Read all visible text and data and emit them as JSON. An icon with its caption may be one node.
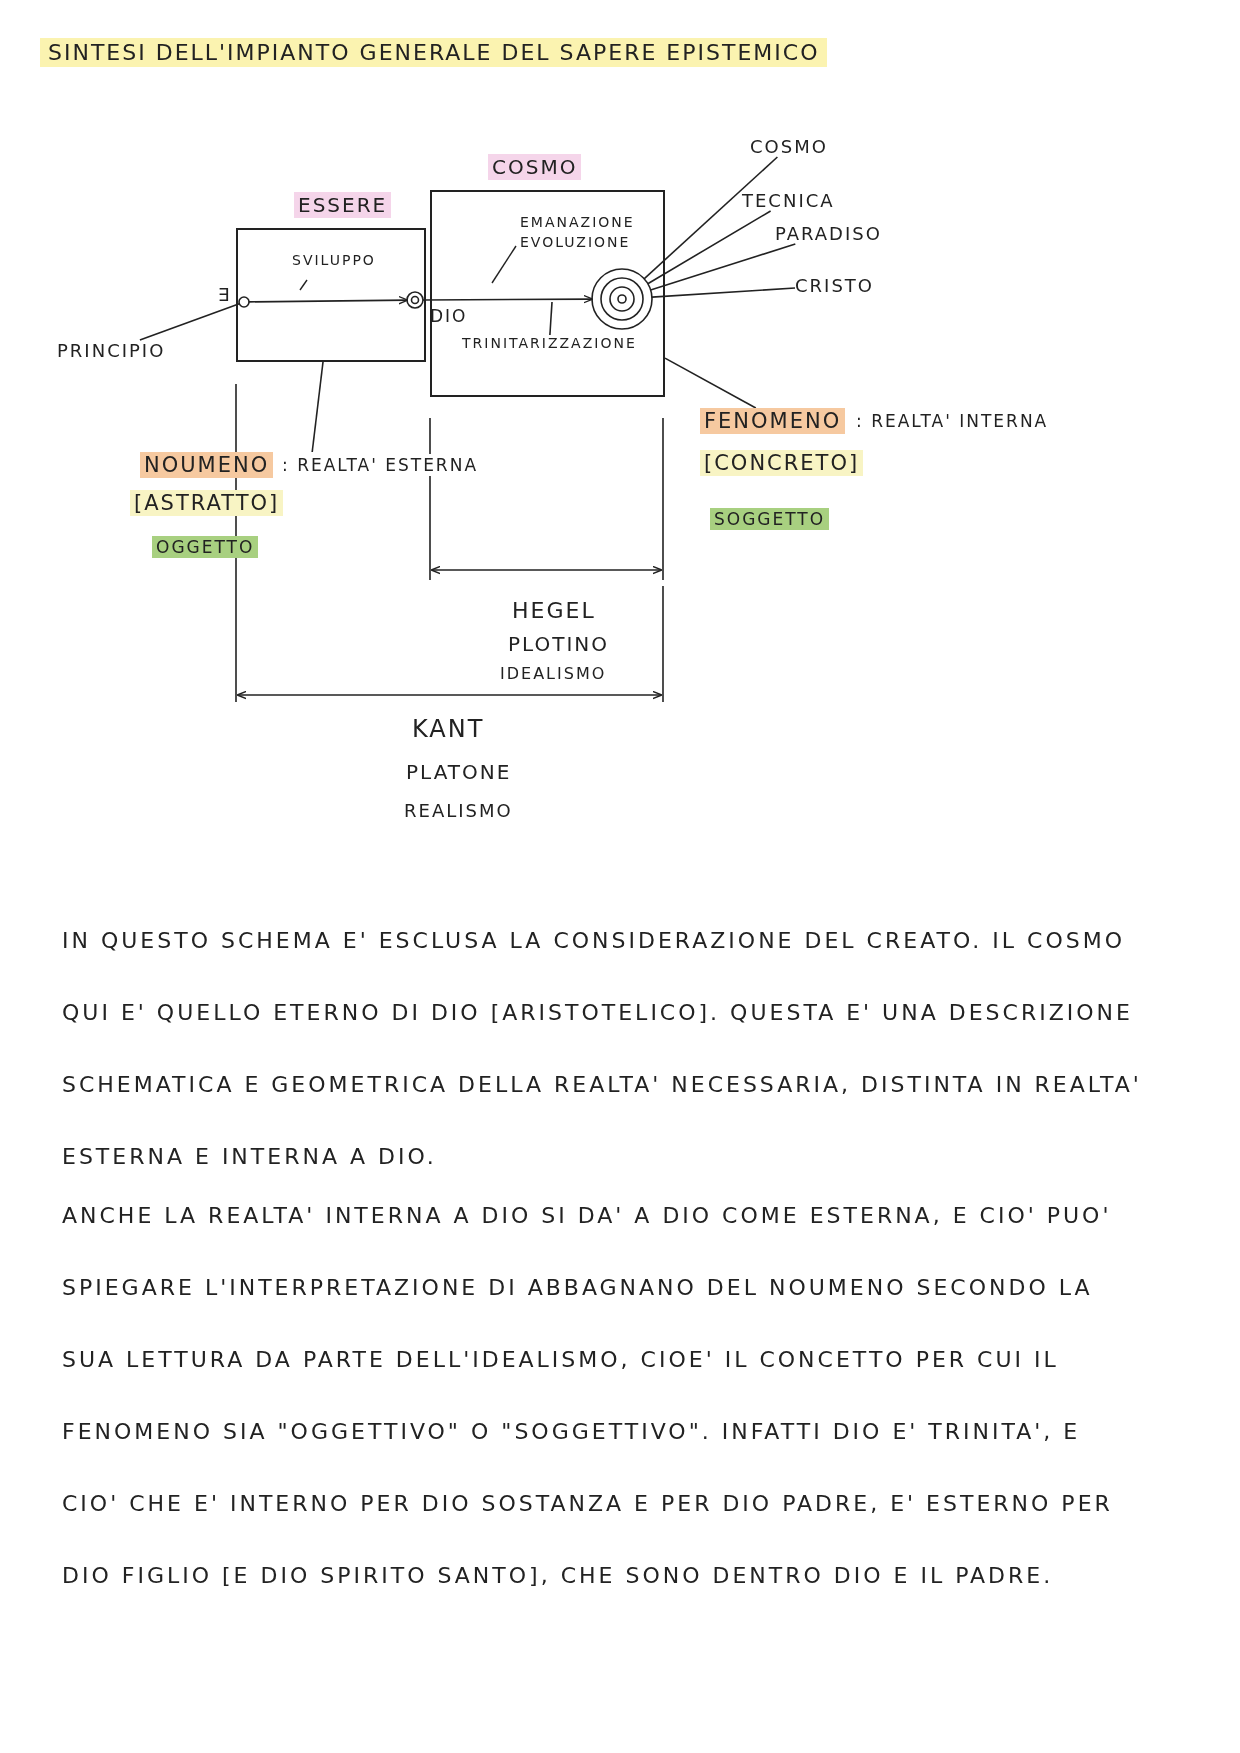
{
  "diagram": {
    "title": "SINTESI DELL'IMPIANTO GENERALE DEL SAPERE EPISTEMICO",
    "nodes": [
      {
        "text": [
          "ESSERE"
        ]
      },
      {
        "text": [
          "COSMO"
        ]
      },
      {
        "text": [],
        "shape": "circle",
        "beside": [
          "∃"
        ],
        "in": 0
      },
      {
        "text": [],
        "shape": "circle",
        "in": 0
      },
      {
        "text": [],
        "shape": "circle",
        "in": 1
      },
      {
        "text": [
          "PRINCIPIO"
        ]
      },
      {
        "text": [
          "COSMO"
        ]
      },
      {
        "text": [
          "TECNICA"
        ]
      },
      {
        "text": [
          "PARADISO"
        ]
      },
      {
        "text": [
          "CRISTO"
        ]
      },
      {
        "text": [
          "NOUMENO",
          ": REALTA' ESTERNA",
          "[ASTRATTO]",
          "OGGETTO"
        ]
      },
      {
        "text": [
          "FENOMENO",
          ": REALTA' INTERNA",
          "[CONCRETO]",
          "SOGGETTO"
        ]
      },
      {
        "text": [
          "TRINITARIZZAZIONE"
        ],
        "in": 1
      }
    ],
    "edges": [
      {
        "from": 2,
        "to": 3,
        "arrow": "to",
        "label": "SVILUPPO"
      },
      {
        "from": 3,
        "to": 4,
        "arrow": "to",
        "label": "EMANAZIONE EVOLUZIONE"
      },
      {
        "from": 5,
        "to": 2,
        "arrow": "none"
      },
      {
        "from": 6,
        "to": 4,
        "arrow": "none"
      },
      {
        "from": 7,
        "to": 4,
        "arrow": "none"
      },
      {
        "from": 8,
        "to": 4,
        "arrow": "none"
      },
      {
        "from": 9,
        "to": 4,
        "arrow": "none"
      },
      {
        "from": 10,
        "to": 0,
        "arrow": "none"
      },
      {
        "from": 11,
        "to": 1,
        "arrow": "none"
      },
      {
        "from": 12,
        "to": null,
        "arrow": "none"
      }
    ],
    "labels": [
      "DIO",
      "HEGEL",
      "PLOTINO",
      "IDEALISMO",
      "KANT",
      "PLATONE",
      "REALISMO",
      "IN QUESTO SCHEMA E' ESCLUSA LA CONSIDERAZIONE DEL CREATO. IL COSMO QUI E' QUELLO ETERNO DI DIO [ARISTOTELICO]. QUESTA E' UNA DESCRIZIONE SCHEMATICA E GEOMETRICA DELLA REALTA' NECESSARIA, DISTINTA IN REALTA' ESTERNA E INTERNA A DIO.",
      "ANCHE LA REALTA' INTERNA A DIO SI DA' A DIO COME ESTERNA, E CIO' PUO' SPIEGARE L'INTERPRETAZIONE DI ABBAGNANO DEL NOUMENO SECONDO LA SUA LETTURA DA PARTE DELL'IDEALISMO, CIOE' IL CONCETTO PER CUI IL FENOMENO SIA \"OGGETTIVO\" O \"SOGGETTIVO\". INFATTI DIO E' TRINITA', E CIO' CHE E' INTERNO PER DIO SOSTANZA E PER DIO PADRE, E' ESTERNO PER DIO FIGLIO [E DIO SPIRITO SANTO], CHE SONO DENTRO DIO E IL PADRE."
    ]
  }
}
